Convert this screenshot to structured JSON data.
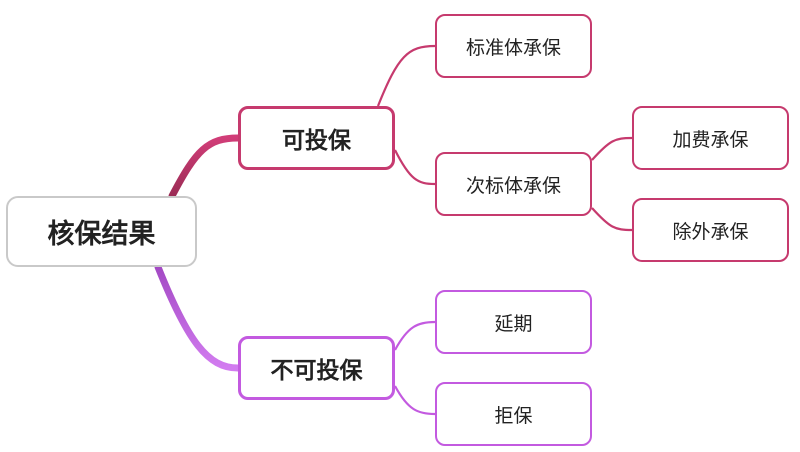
{
  "root": {
    "label": "核保结果"
  },
  "branches": [
    {
      "label": "可投保",
      "color": "#c63a6e",
      "children": [
        {
          "label": "标准体承保",
          "children": []
        },
        {
          "label": "次标体承保",
          "children": [
            {
              "label": "加费承保"
            },
            {
              "label": "除外承保"
            }
          ]
        }
      ]
    },
    {
      "label": "不可投保",
      "color": "#c35ae0",
      "children": [
        {
          "label": "延期",
          "children": []
        },
        {
          "label": "拒保",
          "children": []
        }
      ]
    }
  ],
  "colors": {
    "root_border": "#c9c9c9",
    "accept_branch": "#c63a6e",
    "reject_branch": "#c35ae0"
  }
}
